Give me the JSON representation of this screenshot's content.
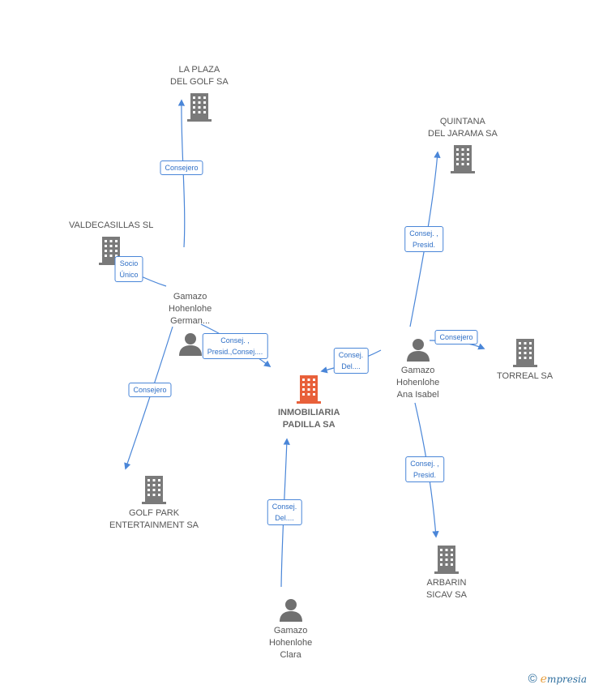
{
  "colors": {
    "edge": "#4a86d8",
    "company": "#7a7a7a",
    "main_company": "#e8603a",
    "person": "#707070"
  },
  "nodes": [
    {
      "id": "laplaza",
      "type": "company",
      "lines": [
        "LA PLAZA",
        "DEL GOLF SA"
      ]
    },
    {
      "id": "quintana",
      "type": "company",
      "lines": [
        "QUINTANA",
        "DEL JARAMA SA"
      ]
    },
    {
      "id": "valdecasillas",
      "type": "company",
      "lines": [
        "VALDECASILLAS SL"
      ]
    },
    {
      "id": "german",
      "type": "person",
      "lines": [
        "Gamazo",
        "Hohenlohe",
        "German..."
      ]
    },
    {
      "id": "main",
      "type": "main_company",
      "lines": [
        "INMOBILIARIA",
        "PADILLA SA"
      ]
    },
    {
      "id": "anaisabel",
      "type": "person",
      "lines": [
        "Gamazo",
        "Hohenlohe",
        "Ana Isabel"
      ]
    },
    {
      "id": "torreal",
      "type": "company",
      "lines": [
        "TORREAL SA"
      ]
    },
    {
      "id": "golfpark",
      "type": "company",
      "lines": [
        "GOLF PARK",
        "ENTERTAINMENT SA"
      ]
    },
    {
      "id": "arbarin",
      "type": "company",
      "lines": [
        "ARBARIN",
        "SICAV SA"
      ]
    },
    {
      "id": "clara",
      "type": "person",
      "lines": [
        "Gamazo",
        "Hohenlohe",
        "Clara"
      ]
    }
  ],
  "edges": [
    {
      "id": "e1",
      "from": "german",
      "to": "laplaza",
      "lines": [
        "Consejero"
      ]
    },
    {
      "id": "e2",
      "from": "german",
      "to": "valdecasillas",
      "lines": [
        "Socio",
        "Único"
      ]
    },
    {
      "id": "e3",
      "from": "german",
      "to": "main",
      "lines": [
        "Consej. ,",
        "Presid.,Consej...."
      ]
    },
    {
      "id": "e4",
      "from": "german",
      "to": "golfpark",
      "lines": [
        "Consejero"
      ]
    },
    {
      "id": "e5",
      "from": "anaisabel",
      "to": "quintana",
      "lines": [
        "Consej. ,",
        "Presid."
      ]
    },
    {
      "id": "e6",
      "from": "anaisabel",
      "to": "torreal",
      "lines": [
        "Consejero"
      ]
    },
    {
      "id": "e7",
      "from": "anaisabel",
      "to": "main",
      "lines": [
        "Consej.",
        "Del...."
      ]
    },
    {
      "id": "e8",
      "from": "anaisabel",
      "to": "arbarin",
      "lines": [
        "Consej. ,",
        "Presid."
      ]
    },
    {
      "id": "e9",
      "from": "clara",
      "to": "main",
      "lines": [
        "Consej.",
        "Del...."
      ]
    }
  ],
  "footer": {
    "copyright_symbol": "©",
    "brand_initial": "e",
    "brand_rest": "mpresia"
  }
}
